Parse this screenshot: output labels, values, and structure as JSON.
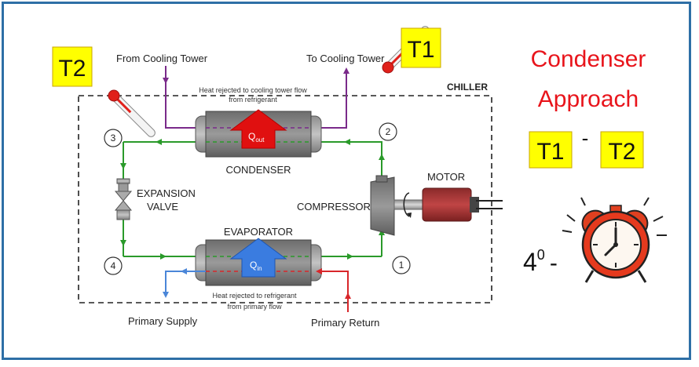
{
  "labels": {
    "from_cooling_tower": "From Cooling Tower",
    "to_cooling_tower": "To Cooling Tower",
    "heat_rejected_tower_1": "Heat rejected to cooling tower flow",
    "heat_rejected_tower_2": "from refrigerant",
    "chiller": "CHILLER",
    "condenser": "CONDENSER",
    "q_out": "Q",
    "q_out_sub": "out",
    "expansion_valve_1": "EXPANSION",
    "expansion_valve_2": "VALVE",
    "compressor": "COMPRESSOR",
    "motor": "MOTOR",
    "evaporator": "EVAPORATOR",
    "q_in": "Q",
    "q_in_sub": "in",
    "heat_rejected_ref_1": "Heat rejected to refrigerant",
    "heat_rejected_ref_2": "from primary flow",
    "primary_supply": "Primary Supply",
    "primary_return": "Primary Return"
  },
  "points": {
    "p1": "1",
    "p2": "2",
    "p3": "3",
    "p4": "4"
  },
  "sensors": {
    "t1": "T1",
    "t2": "T2"
  },
  "title": {
    "line1": "Condenser",
    "line2": "Approach"
  },
  "formula": {
    "left": "T1",
    "op": "-",
    "right": "T2"
  },
  "approach": {
    "base": "4",
    "sup": "0",
    "dash": "-"
  },
  "colors": {
    "border": "#2e6fa6",
    "title": "#e8141b",
    "highlight": "#ffff00",
    "refrigerant": "#2a9a2a",
    "tower_water": "#7a2a8a",
    "supply": "#4a86d8",
    "return": "#d8262a",
    "q_out": "#e01010",
    "q_in": "#3a7ce0"
  },
  "icons": [
    "thermometer-icon",
    "alarm-clock-icon",
    "rotation-arrow-icon"
  ]
}
